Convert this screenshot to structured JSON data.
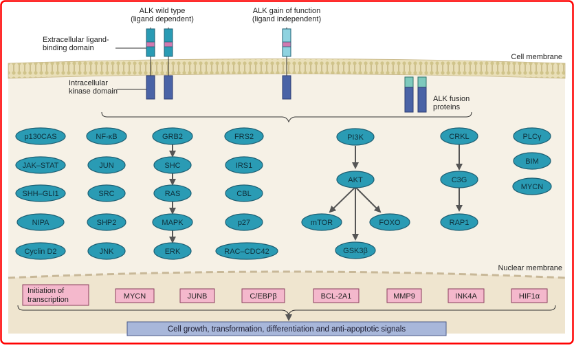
{
  "labels": {
    "wild_type_1": "ALK wild type",
    "wild_type_2": "(ligand dependent)",
    "gain_1": "ALK gain of function",
    "gain_2": "(ligand independent)",
    "extracellular_1": "Extracellular ligand-",
    "extracellular_2": "binding domain",
    "intracellular_1": "Intracellular",
    "intracellular_2": "kinase domain",
    "cell_membrane": "Cell membrane",
    "fusion_1": "ALK fusion",
    "fusion_2": "proteins",
    "nuclear_membrane": "Nuclear membrane",
    "bottom_signal": "Cell growth, transformation, differentiation and anti-apoptotic signals"
  },
  "nodes": {
    "p130cas": "p130CAS",
    "jak_stat": "JAK–STAT",
    "shh_gli1": "SHH–GLI1",
    "nipa": "NIPA",
    "cyclin_d2": "Cyclin D2",
    "nfkb": "NF-κB",
    "jun": "JUN",
    "src": "SRC",
    "shp2": "SHP2",
    "jnk": "JNK",
    "grb2": "GRB2",
    "shc": "SHC",
    "ras": "RAS",
    "mapk": "MAPK",
    "erk": "ERK",
    "frs2": "FRS2",
    "irs1": "IRS1",
    "cbl": "CBL",
    "p27": "p27",
    "rac_cdc42": "RAC–CDC42",
    "pi3k": "PI3K",
    "akt": "AKT",
    "mtor": "mTOR",
    "foxo": "FOXO",
    "gsk3b": "GSK3β",
    "crkl": "CRKL",
    "c3g": "C3G",
    "rap1": "RAP1",
    "plcg": "PLCγ",
    "bim": "BIM",
    "mycn": "MYCN"
  },
  "nuclear_boxes": {
    "initiation_1": "Initiation of",
    "initiation_2": "transcription",
    "mycn": "MYCN",
    "junb": "JUNB",
    "cebpb": "C/EBPβ",
    "bcl2a1": "BCL-2A1",
    "mmp9": "MMP9",
    "ink4a": "INK4A",
    "hif1a": "HIF1α"
  },
  "colors": {
    "node_fill": "#2a9bb4",
    "node_stroke": "#1d5f73",
    "frame": "#ff0000",
    "cytoplasm": "#f6f1e6",
    "nucleus": "#efe5cf",
    "gene_box": "#f4b8cc",
    "signal_box": "#a8b7da",
    "receptor_light": "#8fd3e0",
    "receptor_dark": "#4a63a6",
    "receptor_band": "#d17ab0",
    "fusion_partner": "#7ec9bd"
  }
}
